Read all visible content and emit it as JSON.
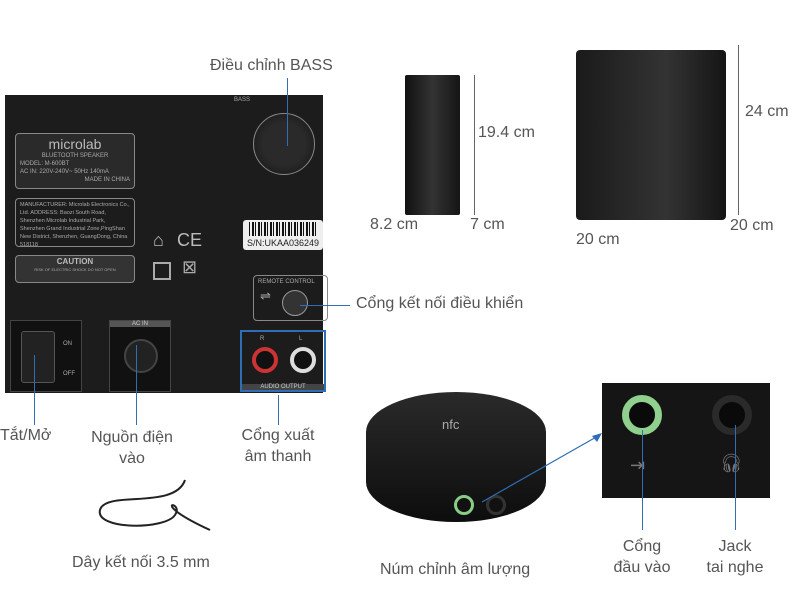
{
  "callouts": {
    "bass": "Điều chỉnh BASS",
    "remote_port": "Cổng kết nối điều khiển",
    "power_switch": "Tắt/Mở",
    "power_input": [
      "Nguồn điện",
      "vào"
    ],
    "audio_output": [
      "Cổng xuất",
      "âm thanh"
    ],
    "cable": "Dây kết nối 3.5 mm",
    "volume_knob": "Núm chỉnh âm lượng",
    "input_port": [
      "Cổng",
      "đầu vào"
    ],
    "headphone_jack": [
      "Jack",
      "tai nghe"
    ]
  },
  "satellite_dimensions": {
    "height": "19.4 cm",
    "width": "8.2 cm",
    "depth": "7 cm"
  },
  "subwoofer_dimensions": {
    "height": "24 cm",
    "width": "20 cm",
    "depth": "20 cm"
  },
  "back_panel": {
    "brand": "microlab",
    "label_lines": [
      "BLUETOOTH SPEAKER",
      "MODEL: M-600BT",
      "AC IN: 220V-240V~ 50Hz 140mA",
      "MADE IN CHINA"
    ],
    "manufacturer": "MANUFACTURER: Microlab Electronics Co., Ltd. ADDRESS: Baozi South Road, Shenzhen Microlab Industrial Park, Shenzhen Grand Industrial Zone,PingShan New District, Shenzhen, GuangDong, China 518118",
    "caution_title": "CAUTION",
    "caution_text": "RISK OF ELECTRIC SHOCK DO NOT OPEN",
    "serial": "S/N:UKAA036249",
    "bass_label": "BASS",
    "remote_label": "REMOTE CONTROL",
    "ac_in_label": "AC IN",
    "on": "ON",
    "off": "OFF",
    "r": "R",
    "l": "L",
    "audio_output_label": "AUDIO OUTPUT",
    "ce": "CE"
  },
  "puck": {
    "logo": "nfc"
  },
  "accent_color": "#2f6db5"
}
